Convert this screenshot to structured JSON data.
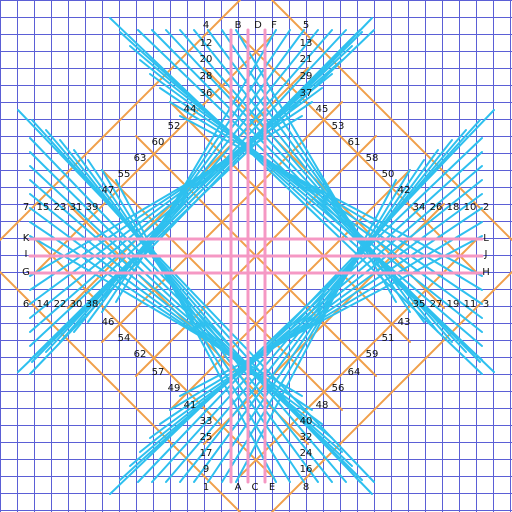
{
  "colors": {
    "background": "#ffffff",
    "grid": "#5b5fd6",
    "orange_lines": "#f0a04b",
    "blue_lines": "#2ec0ef",
    "pink_lines": "#f598c4",
    "label_text": "#111111"
  },
  "labels": {
    "letters": [
      "A",
      "B",
      "C",
      "D",
      "E",
      "F",
      "G",
      "H",
      "I",
      "J",
      "K",
      "L"
    ],
    "numbers": [
      "1",
      "2",
      "3",
      "4",
      "5",
      "6",
      "7",
      "8",
      "9",
      "10",
      "11",
      "12",
      "13",
      "14",
      "15",
      "16",
      "17",
      "18",
      "19",
      "20",
      "21",
      "22",
      "23",
      "24",
      "25",
      "26",
      "27",
      "28",
      "29",
      "30",
      "31",
      "32",
      "33",
      "34",
      "35",
      "36",
      "37",
      "38",
      "39",
      "40",
      "41",
      "42",
      "43",
      "44",
      "45",
      "46",
      "47",
      "48",
      "49",
      "50",
      "51",
      "52",
      "53",
      "54",
      "55",
      "56",
      "57",
      "58",
      "59",
      "60",
      "61",
      "62",
      "63",
      "64"
    ]
  }
}
